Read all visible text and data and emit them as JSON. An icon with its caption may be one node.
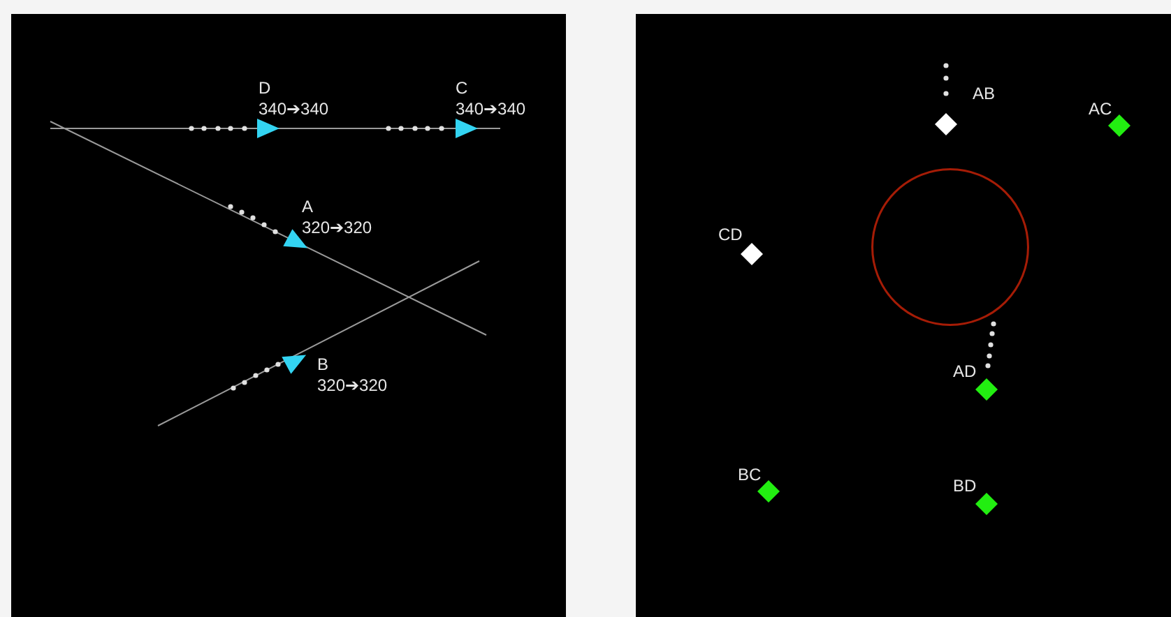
{
  "diagram": {
    "nodes": [
      {
        "text": [],
        "shape": "triangle",
        "beside": [
          "D",
          "340➔340"
        ]
      },
      {
        "text": [],
        "shape": "triangle",
        "beside": [
          "C",
          "340➔340"
        ]
      },
      {
        "text": [],
        "shape": "triangle",
        "beside": [
          "A",
          "320➔320"
        ]
      },
      {
        "text": [],
        "shape": "triangle",
        "beside": [
          "B",
          "320➔320"
        ]
      },
      {
        "text": [],
        "shape": "diamond",
        "beside": [
          "AB"
        ]
      },
      {
        "text": [],
        "shape": "diamond",
        "beside": [
          "AC"
        ]
      },
      {
        "text": [],
        "shape": "diamond",
        "beside": [
          "CD"
        ]
      },
      {
        "text": [],
        "shape": "diamond",
        "beside": [
          "AD"
        ]
      },
      {
        "text": [],
        "shape": "diamond",
        "beside": [
          "BC"
        ]
      },
      {
        "text": [],
        "shape": "diamond",
        "beside": [
          "BD"
        ]
      },
      {
        "text": [],
        "shape": "circle"
      }
    ]
  }
}
